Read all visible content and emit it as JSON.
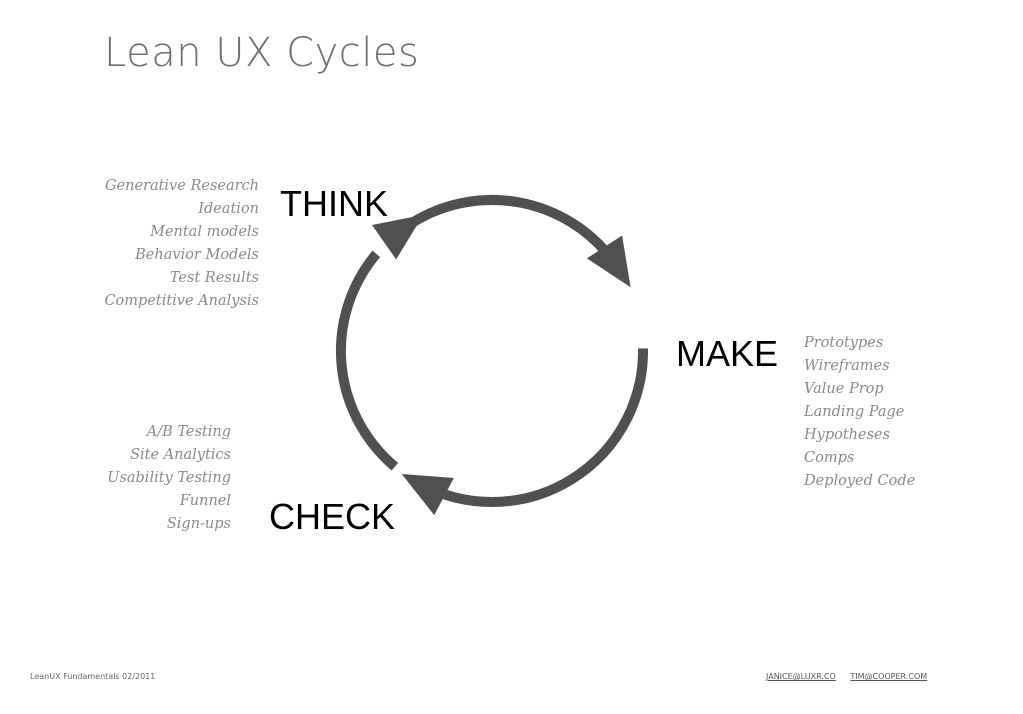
{
  "title": "Lean UX Cycles",
  "stages": {
    "think": {
      "label": "THINK",
      "items": [
        "Generative Research",
        "Ideation",
        "Mental models",
        "Behavior Models",
        "Test Results",
        "Competitive Analysis"
      ]
    },
    "make": {
      "label": "MAKE",
      "items": [
        "Prototypes",
        "Wireframes",
        "Value Prop",
        "Landing Page",
        "Hypotheses",
        "Comps",
        "Deployed Code"
      ]
    },
    "check": {
      "label": "CHECK",
      "items": [
        "A/B Testing",
        "Site Analytics",
        "Usability Testing",
        "Funnel",
        "Sign-ups"
      ]
    }
  },
  "footer": {
    "left": "LeanUX Fundamentals  02/2011",
    "links": [
      "JANICE@LUXR.CO",
      "TIM@COOPER.COM"
    ]
  },
  "colors": {
    "arrow": "#505050",
    "title": "#6f6f6f",
    "items": "#8a8a8a"
  }
}
